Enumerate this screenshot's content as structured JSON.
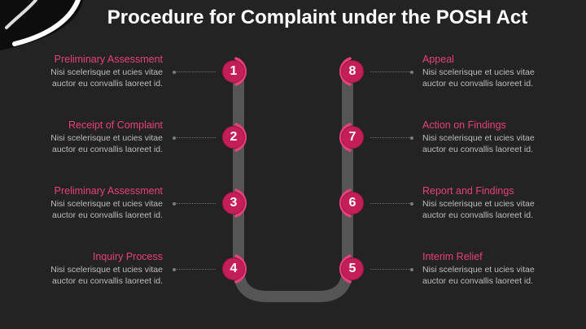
{
  "title": "Procedure for Complaint under the POSH Act",
  "colors": {
    "accent": "#e8407c",
    "step_fill": "#c41e5a",
    "track": "#555555",
    "background": "#232323"
  },
  "left_steps": [
    {
      "number": "1",
      "heading": "Preliminary Assessment",
      "line1": "Nisi scelerisque et ucies vitae",
      "line2": "auctor eu convallis laoreet id."
    },
    {
      "number": "2",
      "heading": "Receipt of Complaint",
      "line1": "Nisi scelerisque et ucies vitae",
      "line2": "auctor eu convallis laoreet id."
    },
    {
      "number": "3",
      "heading": "Preliminary Assessment",
      "line1": "Nisi scelerisque et ucies vitae",
      "line2": "auctor eu convallis laoreet id."
    },
    {
      "number": "4",
      "heading": "Inquiry Process",
      "line1": "Nisi scelerisque et ucies vitae",
      "line2": "auctor eu convallis laoreet id."
    }
  ],
  "right_steps": [
    {
      "number": "8",
      "heading": "Appeal",
      "line1": "Nisi scelerisque et ucies vitae",
      "line2": "auctor eu convallis laoreet id."
    },
    {
      "number": "7",
      "heading": "Action on Findings",
      "line1": "Nisi scelerisque et ucies vitae",
      "line2": "auctor eu convallis laoreet id."
    },
    {
      "number": "6",
      "heading": "Report and Findings",
      "line1": "Nisi scelerisque et ucies vitae",
      "line2": "auctor eu convallis laoreet id."
    },
    {
      "number": "5",
      "heading": "Interim Relief",
      "line1": "Nisi scelerisque et ucies vitae",
      "line2": "auctor eu convallis laoreet id."
    }
  ]
}
